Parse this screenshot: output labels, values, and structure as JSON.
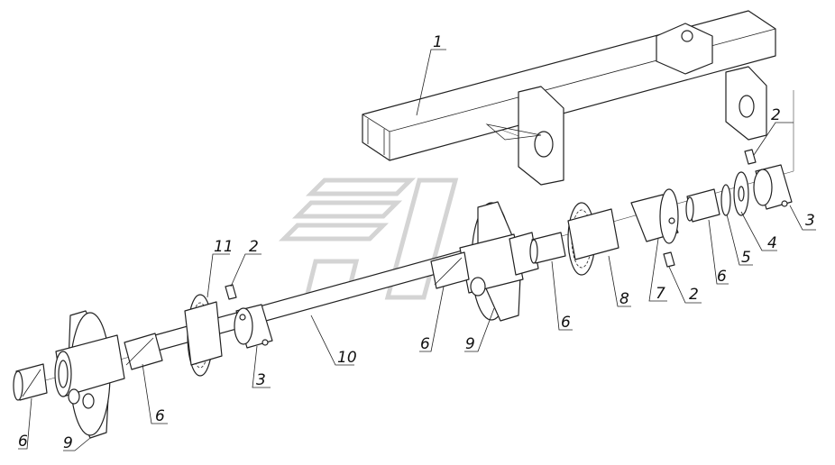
{
  "diagram": {
    "callouts": [
      {
        "id": "c1",
        "text": "1"
      },
      {
        "id": "c2a",
        "text": "2"
      },
      {
        "id": "c3a",
        "text": "3"
      },
      {
        "id": "c4",
        "text": "4"
      },
      {
        "id": "c5",
        "text": "5"
      },
      {
        "id": "c6a",
        "text": "6"
      },
      {
        "id": "c2b",
        "text": "2"
      },
      {
        "id": "c7",
        "text": "7"
      },
      {
        "id": "c8",
        "text": "8"
      },
      {
        "id": "c6b",
        "text": "6"
      },
      {
        "id": "c9a",
        "text": "9"
      },
      {
        "id": "c6c",
        "text": "6"
      },
      {
        "id": "c10",
        "text": "10"
      },
      {
        "id": "c11",
        "text": "11"
      },
      {
        "id": "c2c",
        "text": "2"
      },
      {
        "id": "c3b",
        "text": "3"
      },
      {
        "id": "c6d",
        "text": "6"
      },
      {
        "id": "c9b",
        "text": "9"
      },
      {
        "id": "c6e",
        "text": "6"
      }
    ]
  }
}
